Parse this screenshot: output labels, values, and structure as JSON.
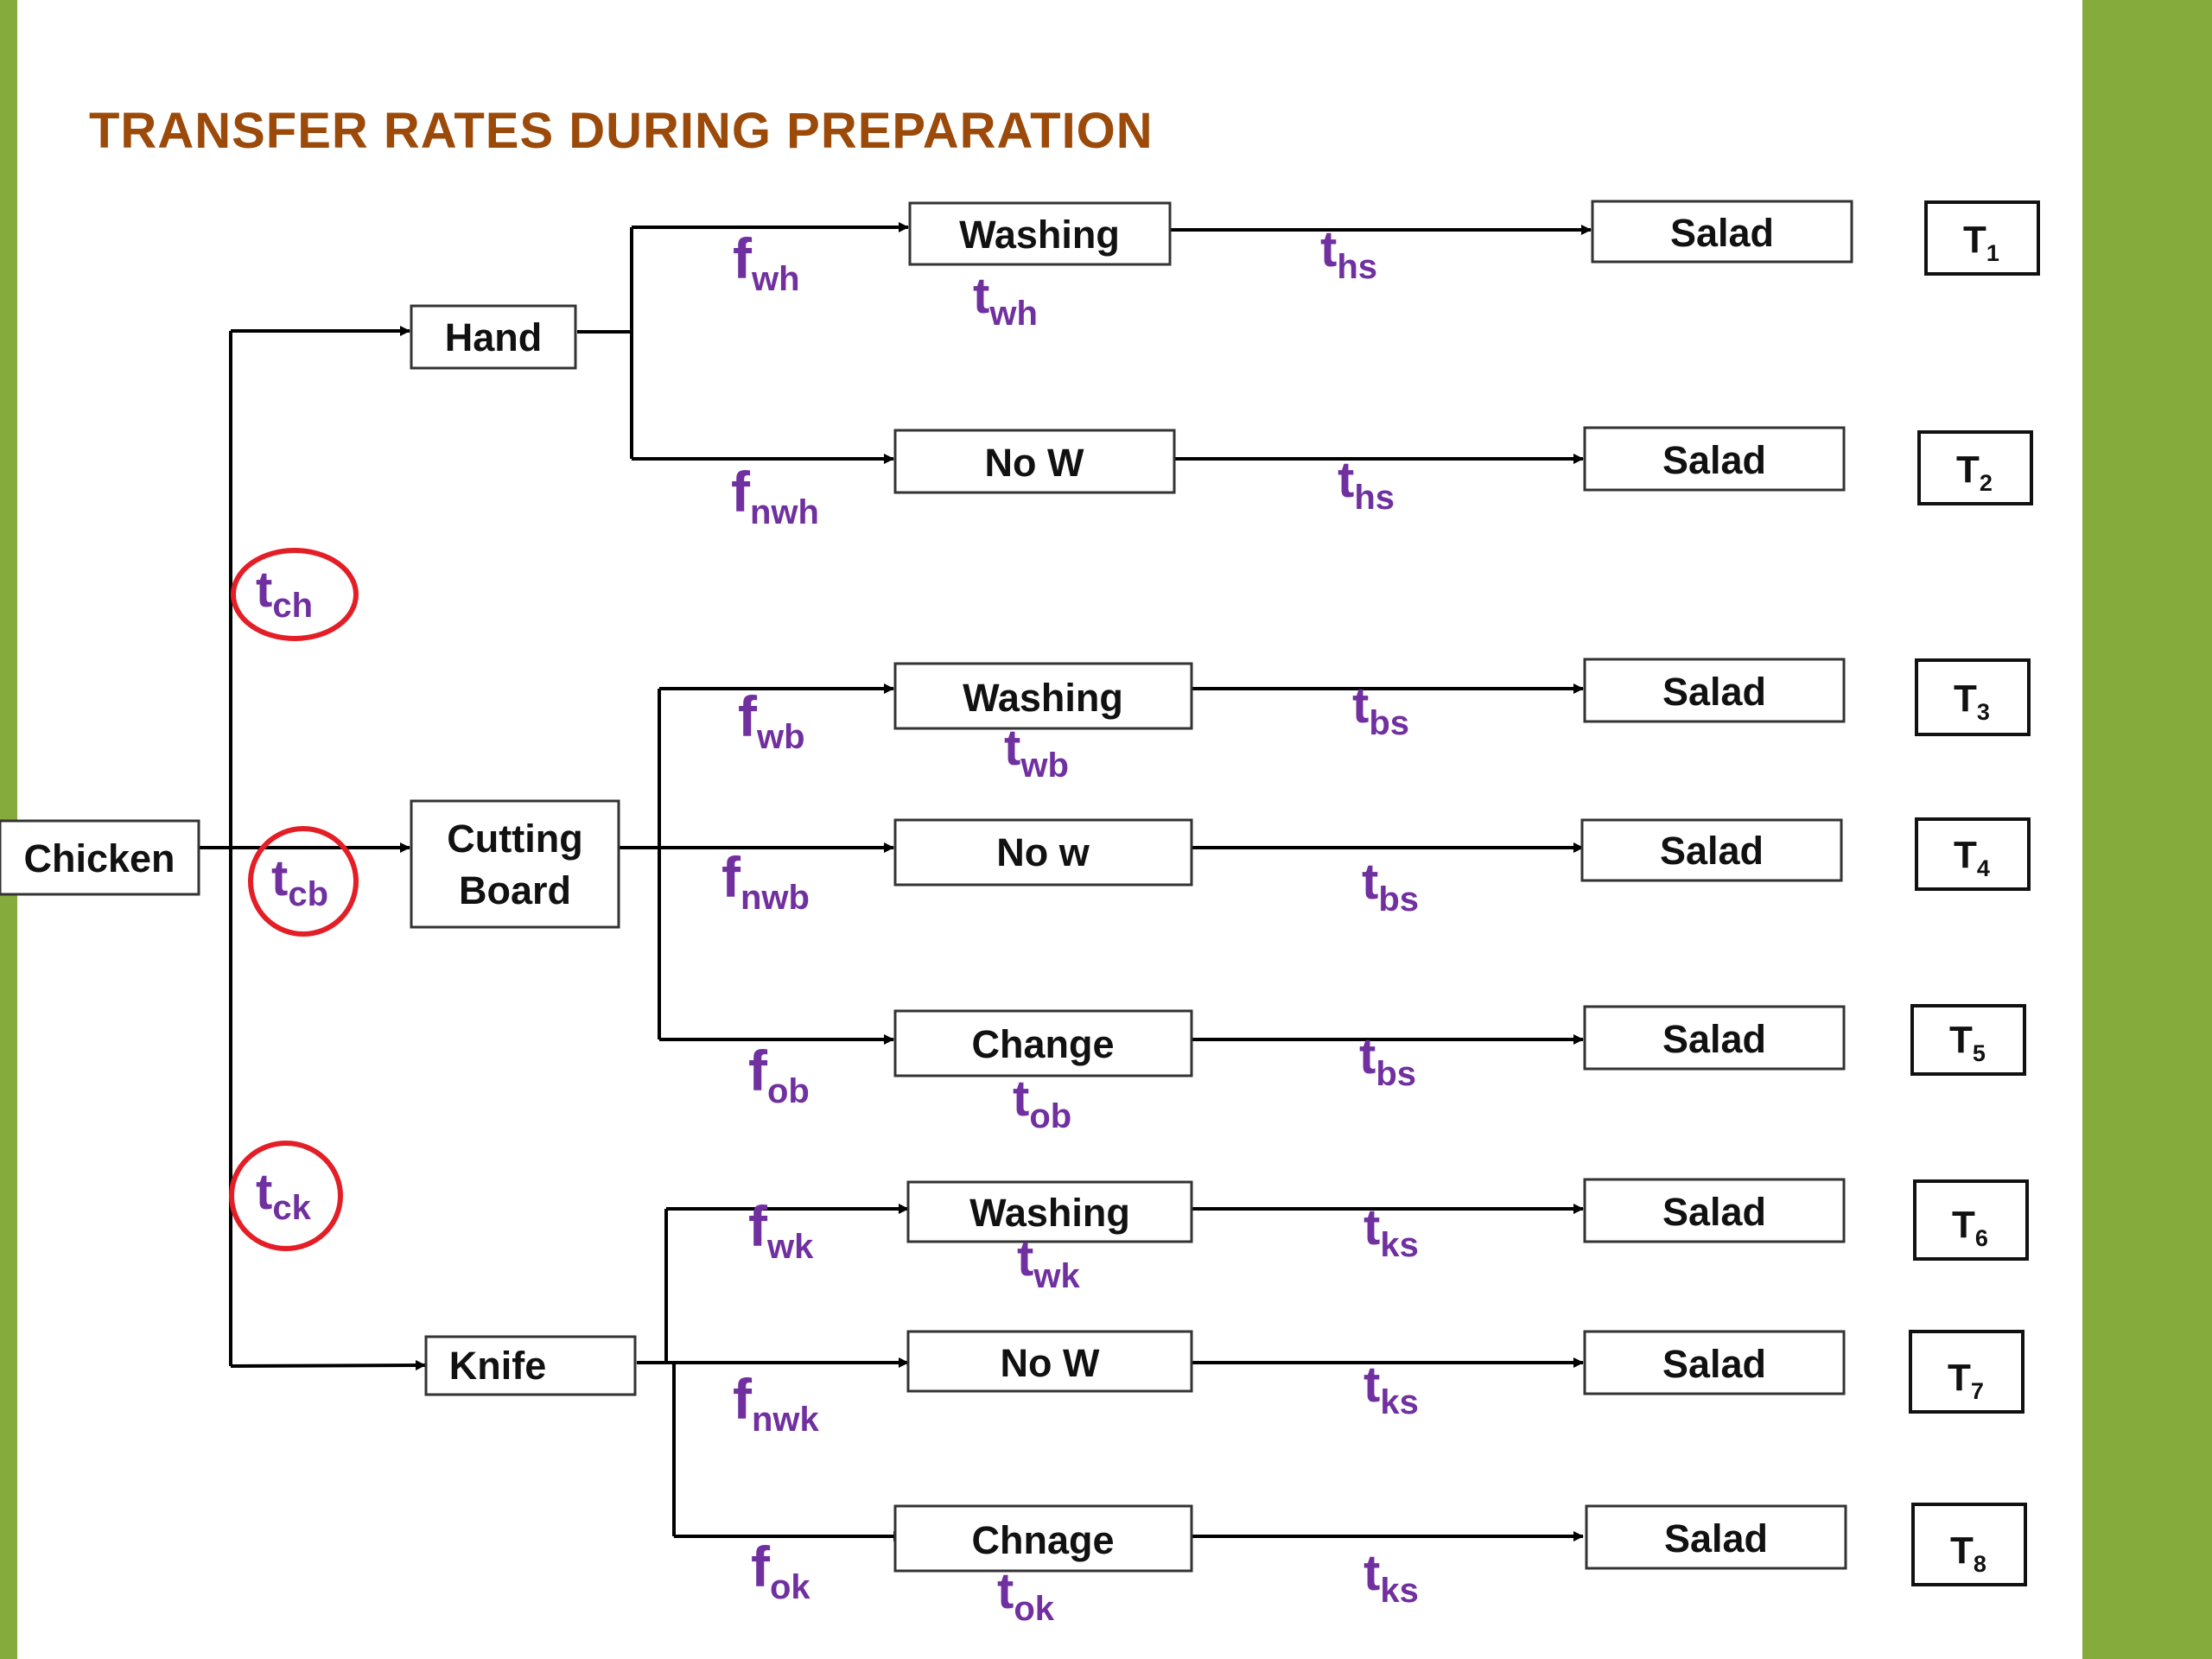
{
  "title": "TRANSFER RATES DURING PREPARATION",
  "colors": {
    "accent_bar": "#84ab3b",
    "title": "#9c4a0a",
    "rate_text": "#7030a0",
    "highlight": "#e41e26"
  },
  "nodes": {
    "chicken": "Chicken",
    "hand": "Hand",
    "cutting_board_line1": "Cutting",
    "cutting_board_line2": "Board",
    "knife": "Knife",
    "hand_washing": "Washing",
    "hand_no_washing": "No W",
    "board_washing": "Washing",
    "board_no_washing": "No w",
    "board_change": "Change",
    "knife_washing": "Washing",
    "knife_no_washing": "No W",
    "knife_change": "Chnage",
    "salad": "Salad"
  },
  "outcomes": [
    "1",
    "2",
    "3",
    "4",
    "5",
    "6",
    "7",
    "8"
  ],
  "outcome_letter": "T",
  "rates": {
    "ch": {
      "main": "t",
      "sub": "ch"
    },
    "cb": {
      "main": "t",
      "sub": "cb"
    },
    "ck": {
      "main": "t",
      "sub": "ck"
    },
    "fwh": {
      "main": "f",
      "sub": "wh"
    },
    "twh": {
      "main": "t",
      "sub": "wh"
    },
    "fnwh": {
      "main": "f",
      "sub": "nwh"
    },
    "ths1": {
      "main": "t",
      "sub": "hs"
    },
    "ths2": {
      "main": "t",
      "sub": "hs"
    },
    "fwb": {
      "main": "f",
      "sub": "wb"
    },
    "twb": {
      "main": "t",
      "sub": "wb"
    },
    "fnwb": {
      "main": "f",
      "sub": "nwb"
    },
    "fob": {
      "main": "f",
      "sub": "ob"
    },
    "tob": {
      "main": "t",
      "sub": "ob"
    },
    "tbs1": {
      "main": "t",
      "sub": "bs"
    },
    "tbs2": {
      "main": "t",
      "sub": "bs"
    },
    "tbs3": {
      "main": "t",
      "sub": "bs"
    },
    "fwk": {
      "main": "f",
      "sub": "wk"
    },
    "twk": {
      "main": "t",
      "sub": "wk"
    },
    "fnwk": {
      "main": "f",
      "sub": "nwk"
    },
    "fok": {
      "main": "f",
      "sub": "ok"
    },
    "tok": {
      "main": "t",
      "sub": "ok"
    },
    "tks1": {
      "main": "t",
      "sub": "ks"
    },
    "tks2": {
      "main": "t",
      "sub": "ks"
    },
    "tks3": {
      "main": "t",
      "sub": "ks"
    }
  }
}
